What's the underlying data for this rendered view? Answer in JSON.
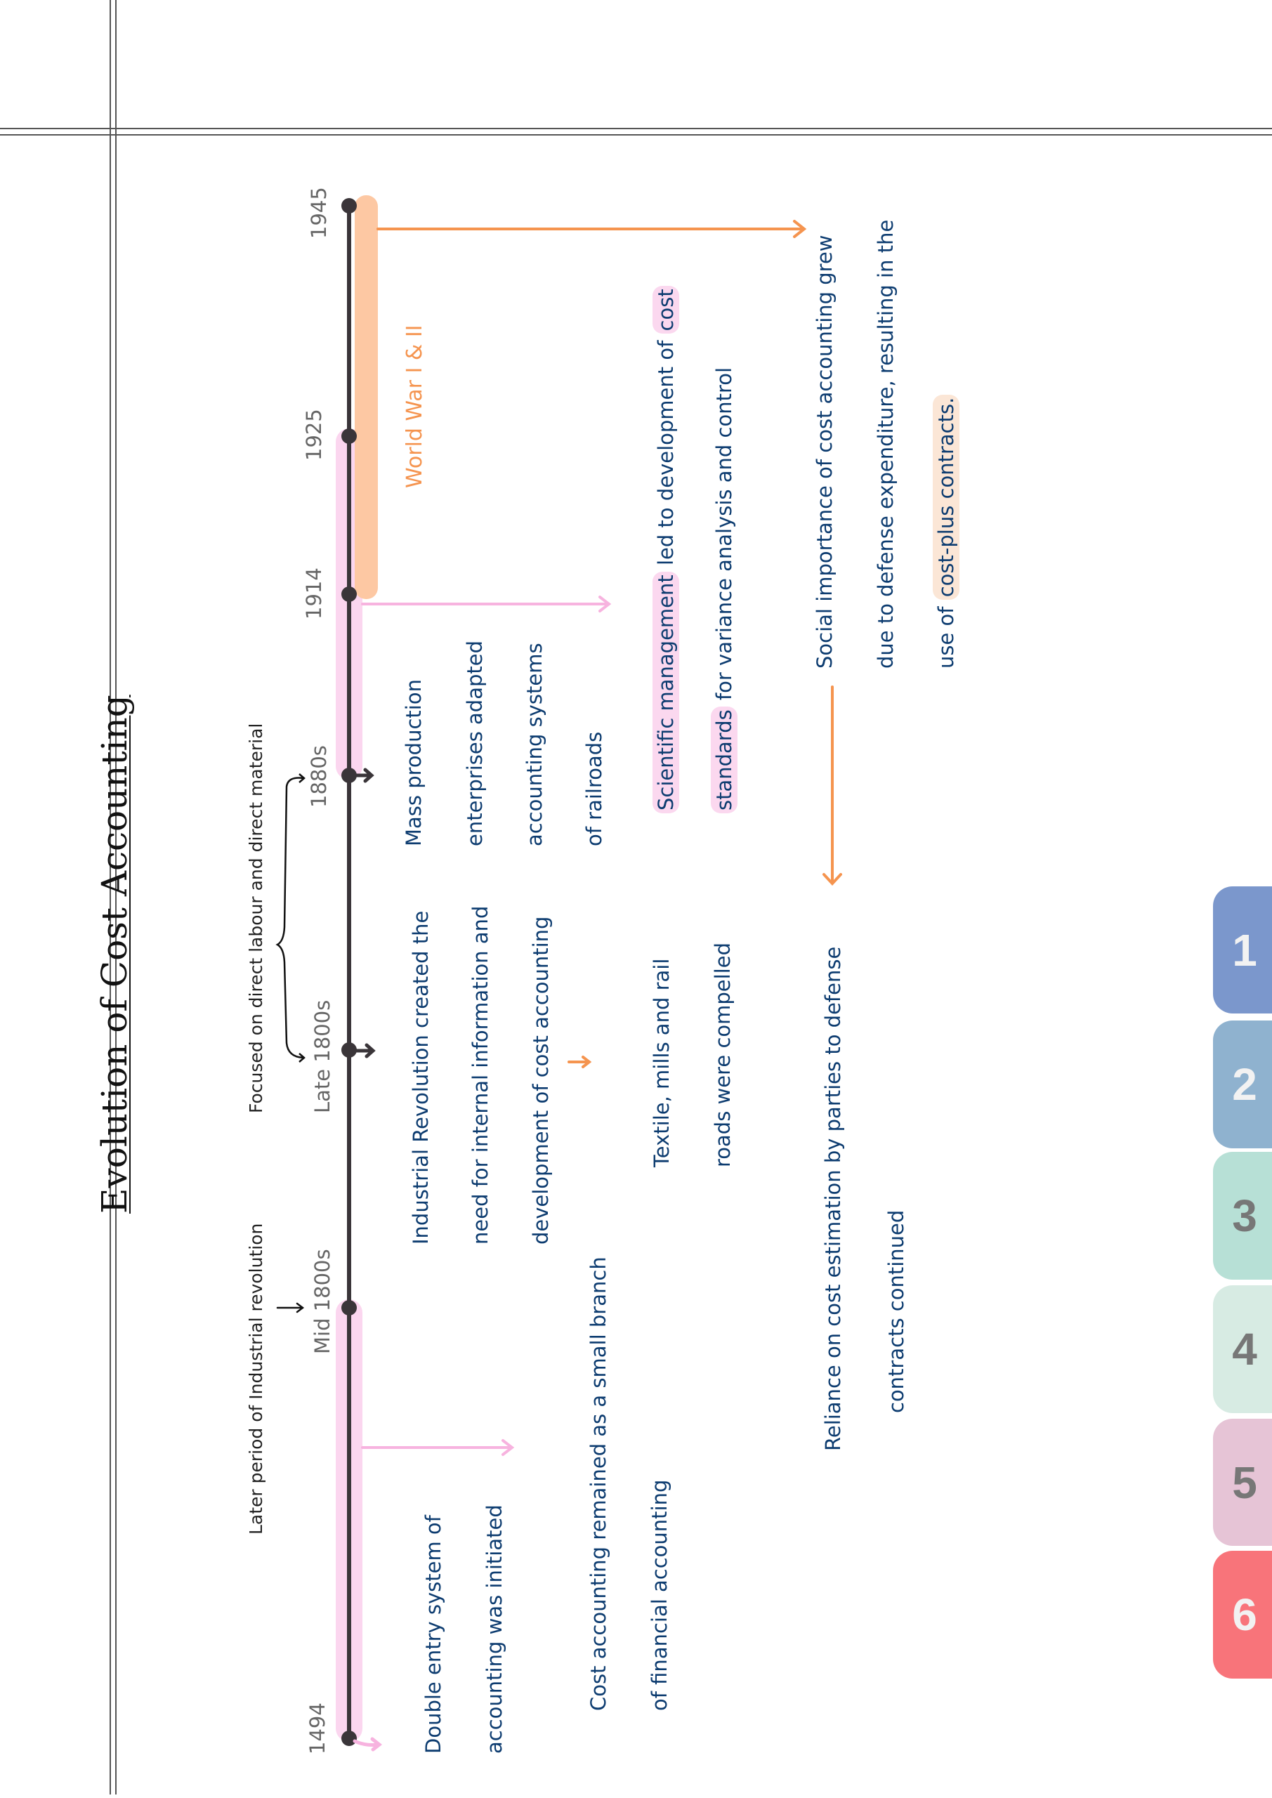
{
  "title": "Evolution of Cost Accounting",
  "annotations": {
    "later_period": "Later period of Industrial revolution",
    "focused_on": "Focused on direct labour and direct material"
  },
  "timeline": {
    "years": [
      "1494",
      "Mid 1800s",
      "Late 1800s",
      "1880s",
      "1914",
      "1925",
      "1945"
    ],
    "war_label": "World War I & II"
  },
  "events": {
    "double_entry": [
      "Double entry system of",
      "accounting was initiated"
    ],
    "small_branch": [
      "Cost accounting remained as a small branch",
      "of financial accounting"
    ],
    "industrial_revolution": [
      "Industrial Revolution created the",
      "need for internal information and",
      "development of cost accounting"
    ],
    "textile": [
      "Textile, mills and rail",
      "roads were compelled"
    ],
    "mass_production": [
      "Mass production",
      "enterprises adapted",
      "accounting systems",
      "of railroads"
    ],
    "scientific_mgmt": {
      "line1_hl": "Scientific management",
      "line1_rest": " led to development of ",
      "line1_hl2": "cost",
      "line2_hl": "standards",
      "line2_rest": " for variance analysis and control"
    },
    "reliance": [
      "Reliance on cost estimation by parties to defense",
      "contracts continued"
    ],
    "social": {
      "line1": "Social importance of cost accounting grew",
      "line2": "due to defense expenditure, resulting in the",
      "line3_pre": "use of ",
      "line3_hl": "cost-plus contracts."
    }
  },
  "tabs": [
    {
      "label": "1",
      "color": "#7b97cc",
      "text_color": "#f2f2f2"
    },
    {
      "label": "2",
      "color": "#8fb2cf",
      "text_color": "#f2f2f2"
    },
    {
      "label": "3",
      "color": "#b7e0d6",
      "text_color": "#777777"
    },
    {
      "label": "4",
      "color": "#d7ebe3",
      "text_color": "#777777"
    },
    {
      "label": "5",
      "color": "#e6c4d6",
      "text_color": "#777777"
    },
    {
      "label": "6",
      "color": "#f8747a",
      "text_color": "#f2f2f2"
    }
  ],
  "colors": {
    "timeline": "#3a3539",
    "pink_band": "#fbd6ef",
    "orange_band": "#fdc8a3",
    "orange_arrow": "#f5944f",
    "pink_arrow": "#f7b3df",
    "text_blue": "#0d3c70"
  }
}
